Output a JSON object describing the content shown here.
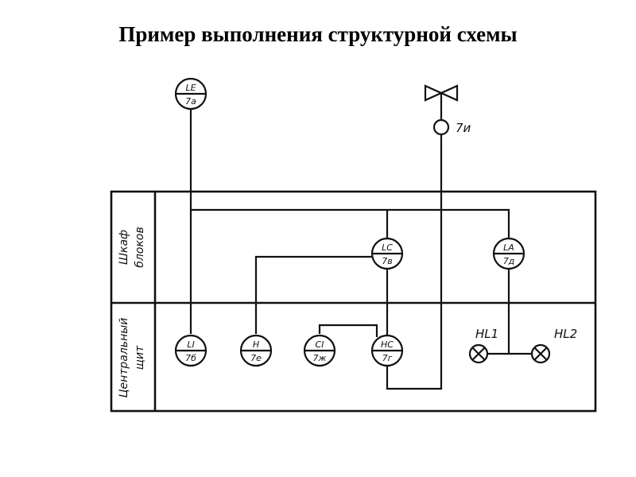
{
  "title": "Пример выполнения структурной схемы",
  "panels": {
    "upper": {
      "line1": "Шкаф",
      "line2": "блоков"
    },
    "lower": {
      "line1": "Центральный",
      "line2": "щит"
    }
  },
  "instruments": [
    {
      "id": "LE",
      "top": "LE",
      "bottom": "7а"
    },
    {
      "id": "LC",
      "top": "LC",
      "bottom": "7в"
    },
    {
      "id": "LA",
      "top": "LA",
      "bottom": "7д"
    },
    {
      "id": "LI",
      "top": "LI",
      "bottom": "7б"
    },
    {
      "id": "H",
      "top": "H",
      "bottom": "7е"
    },
    {
      "id": "CI",
      "top": "CI",
      "bottom": "7ж"
    },
    {
      "id": "HC",
      "top": "HC",
      "bottom": "7г"
    }
  ],
  "valve": {
    "label": "7и"
  },
  "lamps": [
    {
      "label": "HL1"
    },
    {
      "label": "HL2"
    }
  ]
}
